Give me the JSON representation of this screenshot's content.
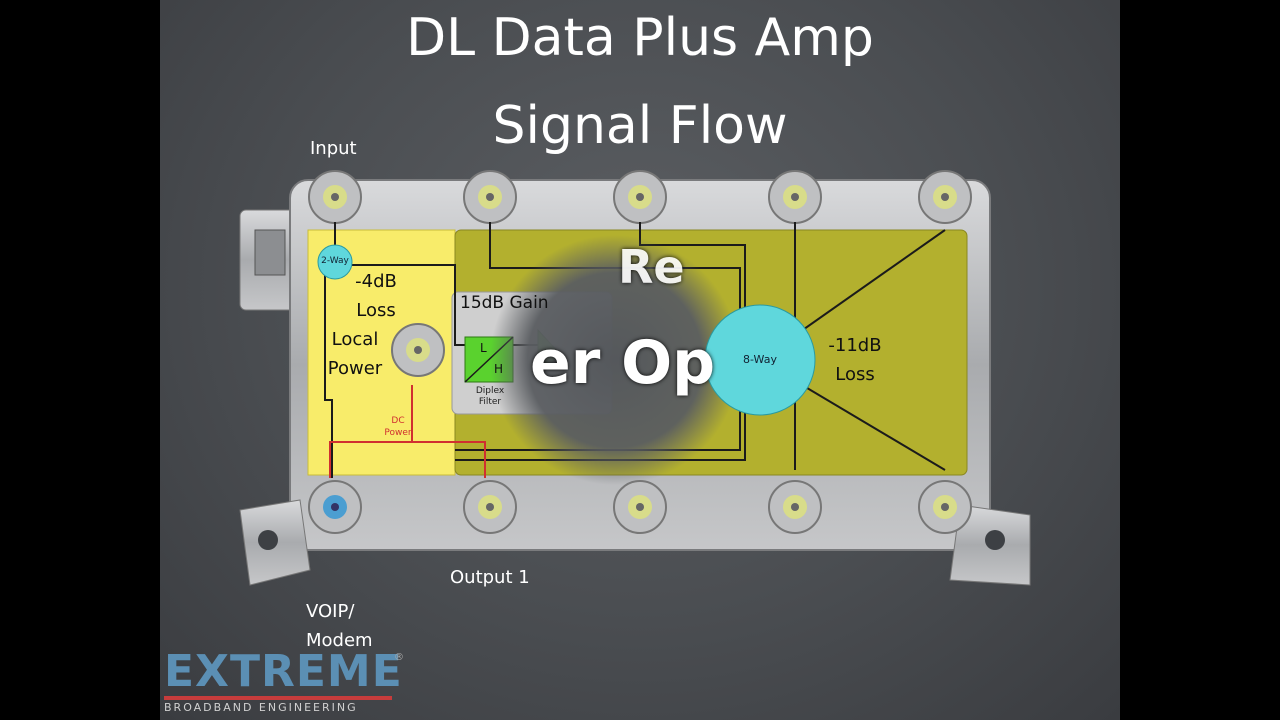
{
  "title": {
    "line1": "DL Data Plus Amp",
    "line2": "Signal Flow"
  },
  "ports": {
    "input_label": "Input",
    "output1_label": "Output 1",
    "voip_label_line1": "VOIP/",
    "voip_label_line2": "Modem"
  },
  "local_section": {
    "loss_value": "-4dB",
    "loss_word": "Loss",
    "power_line1": "Local",
    "power_line2": "Power",
    "dc_line1": "DC",
    "dc_line2": "Power",
    "splitter": "2-Way"
  },
  "amp_section": {
    "gain_label": "15dB Gain",
    "diplex_l": "L",
    "diplex_h": "H",
    "diplex_line1": "Diplex",
    "diplex_line2": "Filter"
  },
  "splitter_section": {
    "splitter": "8-Way",
    "loss_value": "-11dB",
    "loss_word": "Loss"
  },
  "overlay": {
    "fragment1": "Re",
    "fragment2": "er Op"
  },
  "logo": {
    "main": "EXTREME",
    "sub": "BROADBAND ENGINEERING",
    "reg": "®"
  },
  "colors": {
    "local_block": "#f8ec6a",
    "splitter_block": "#b3b02e",
    "splitter_circle": "#5fd7dc",
    "diplex": "#5ad22e",
    "dc_line": "#d03030",
    "logo_blue": "#5b8fb4",
    "logo_red": "#c73c3c"
  }
}
